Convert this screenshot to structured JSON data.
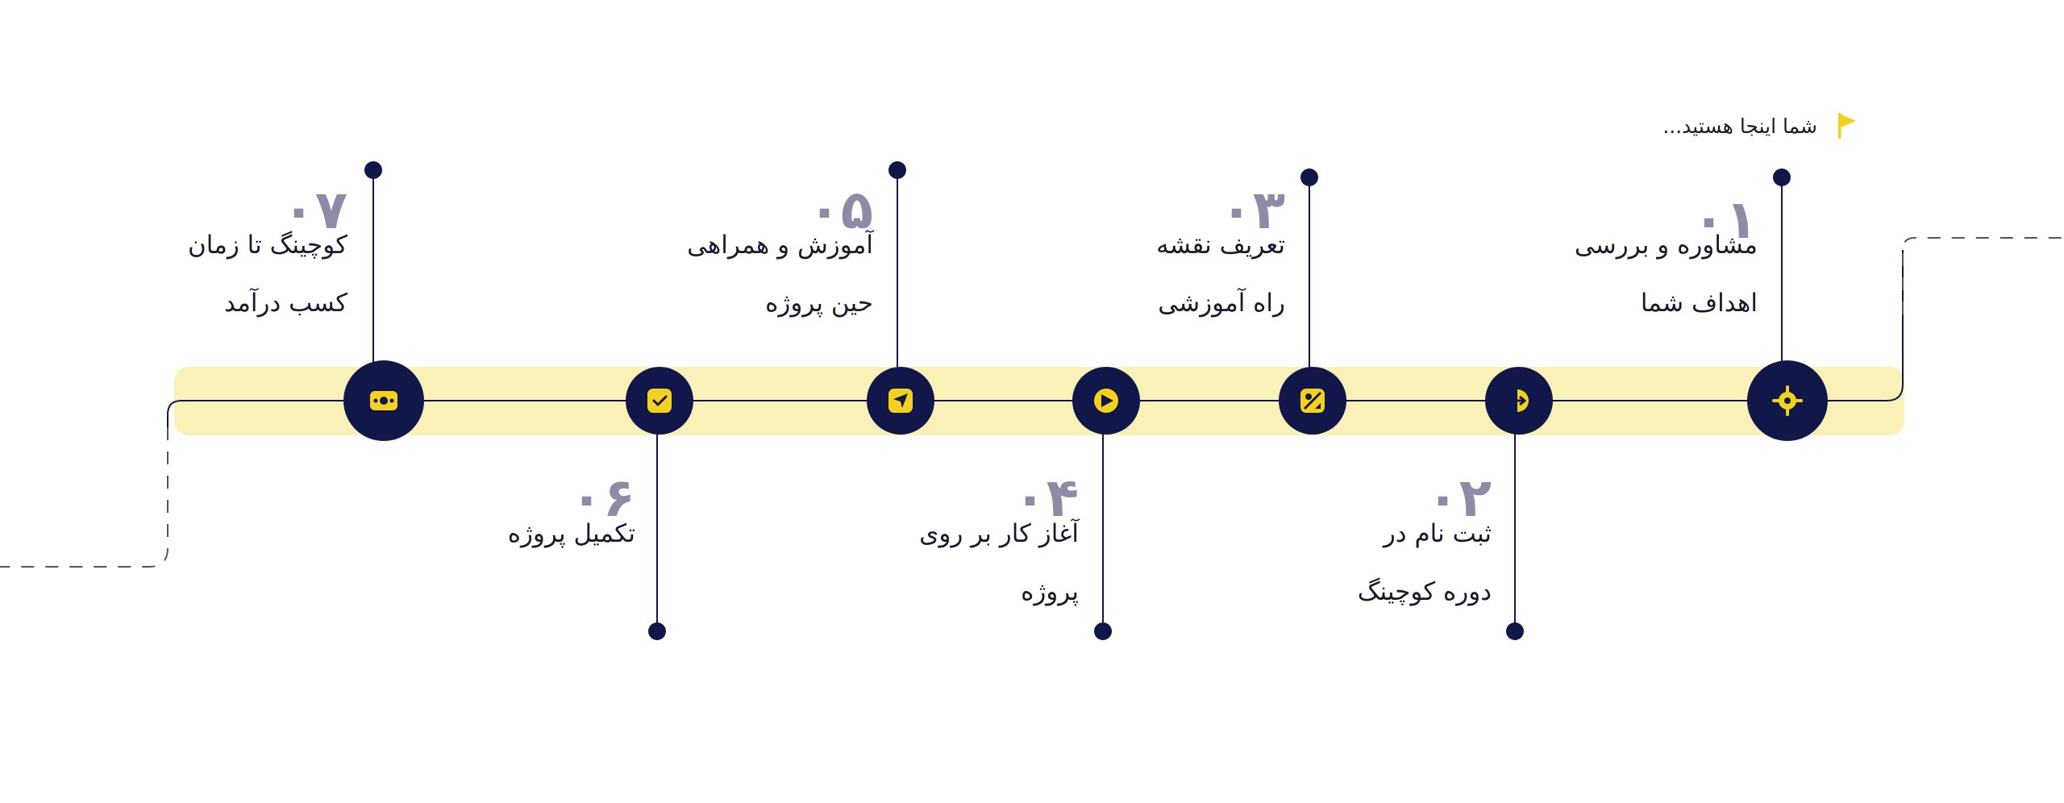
{
  "you_are_here": {
    "label": "شما اینجا هستید...",
    "icon": "flag-icon"
  },
  "colors": {
    "navy": "#12174a",
    "yellow": "#f3d21f",
    "band": "#faf1b8",
    "muted": "#8c8ca6",
    "text": "#1a1a2e",
    "dash": "#555555"
  },
  "steps": [
    {
      "number": "۰۱",
      "lines": [
        "مشاوره و بررسی",
        "اهداف شما"
      ],
      "icon": "target-icon"
    },
    {
      "number": "۰۲",
      "lines": [
        "ثبت نام در",
        "دوره کوچینگ"
      ],
      "icon": "login-icon"
    },
    {
      "number": "۰۳",
      "lines": [
        "تعریف نقشه",
        "راه آموزشی"
      ],
      "icon": "map-icon"
    },
    {
      "number": "۰۴",
      "lines": [
        "آغاز کار بر روی",
        "پروژه"
      ],
      "icon": "play-icon"
    },
    {
      "number": "۰۵",
      "lines": [
        "آموزش و همراهی",
        "حین پروژه"
      ],
      "icon": "send-icon"
    },
    {
      "number": "۰۶",
      "lines": [
        "تکمیل پروژه"
      ],
      "icon": "check-icon"
    },
    {
      "number": "۰۷",
      "lines": [
        "کوچینگ تا زمان",
        "کسب درآمد"
      ],
      "icon": "money-icon"
    }
  ]
}
